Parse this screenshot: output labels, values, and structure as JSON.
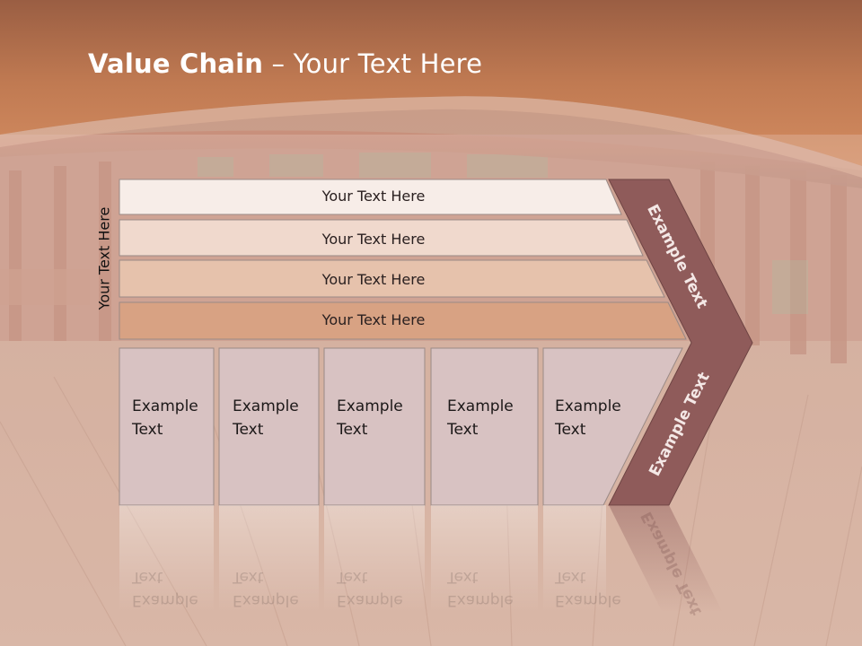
{
  "slide": {
    "title_bold": "Value Chain",
    "title_rest": " – Your Text Here",
    "vertical_label": "Your Text Here"
  },
  "rows": [
    {
      "label": "Your Text Here",
      "fill": "#f7ede8"
    },
    {
      "label": "Your Text Here",
      "fill": "#f0d9cd"
    },
    {
      "label": "Your Text Here",
      "fill": "#e6c2ac"
    },
    {
      "label": "Your Text Here",
      "fill": "#d8a283"
    }
  ],
  "boxes": [
    {
      "line1": "Example",
      "line2": "Text"
    },
    {
      "line1": "Example",
      "line2": "Text"
    },
    {
      "line1": "Example",
      "line2": "Text"
    },
    {
      "line1": "Example",
      "line2": "Text"
    },
    {
      "line1": "Example",
      "line2": "Text"
    }
  ],
  "arrow": {
    "upper_text": "Example Text",
    "lower_text": "Example Text",
    "fill": "#8f5b5a"
  },
  "colors": {
    "header": "#c07a52",
    "box_fill": "#d8c2c2",
    "deck": "#cfa08a"
  }
}
